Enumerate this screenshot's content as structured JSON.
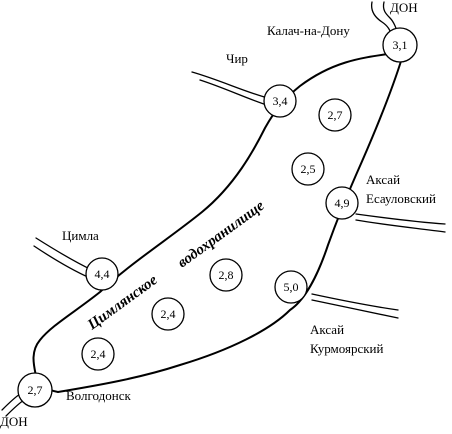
{
  "map": {
    "reservoir_name_line1": "Цимлянское",
    "reservoir_name_line2": "водохранилище",
    "places": {
      "don_top": "ДОН",
      "don_bottom": "ДОН",
      "kalach": "Калач-на-Дону",
      "chir": "Чир",
      "aksai_esaulovsky_1": "Аксай",
      "aksai_esaulovsky_2": "Есауловский",
      "tsimla": "Цимла",
      "aksai_kurmoyarsky_1": "Аксай",
      "aksai_kurmoyarsky_2": "Курмоярский",
      "volgodonsk": "Волгодонск"
    },
    "stations": [
      {
        "id": "kalach",
        "value": "3,1"
      },
      {
        "id": "chir",
        "value": "3,4"
      },
      {
        "id": "center-upper",
        "value": "2,7"
      },
      {
        "id": "center-mid",
        "value": "2,5"
      },
      {
        "id": "esaulovsky",
        "value": "4,9"
      },
      {
        "id": "tsimla",
        "value": "4,4"
      },
      {
        "id": "center-lower",
        "value": "2,8"
      },
      {
        "id": "kurmoyarsky",
        "value": "5,0"
      },
      {
        "id": "center-low-left",
        "value": "2,4"
      },
      {
        "id": "south-west",
        "value": "2,4"
      },
      {
        "id": "volgodonsk",
        "value": "2,7"
      }
    ]
  }
}
